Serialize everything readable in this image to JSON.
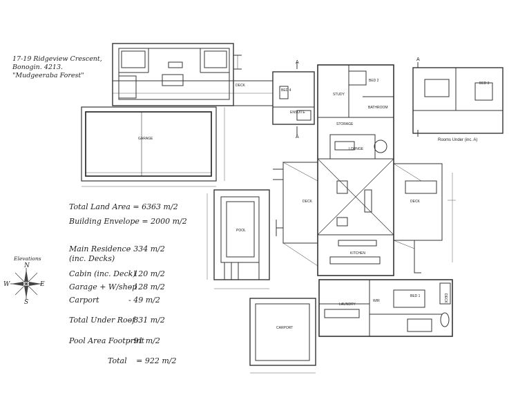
{
  "address": [
    "17-19 Ridgeview Crescent,",
    "Bonogin. 4213.",
    "\"Mudgeeraba Forest\""
  ],
  "site_stats": [
    {
      "label": "Total Land Area = 6363 m/2",
      "value": ""
    },
    {
      "label": "Building Envelope = 2000 m/2",
      "value": ""
    }
  ],
  "areas": [
    {
      "label": "Main Residence",
      "label2": "(inc. Decks)",
      "value": "- 334 m/2"
    },
    {
      "label": "Cabin (inc. Deck)",
      "value": "- 120 m/2"
    },
    {
      "label": "Garage + W/shop",
      "value": "- 128 m/2"
    },
    {
      "label": "Carport",
      "value": "- 49 m/2"
    },
    {
      "label": "Total Under Roof",
      "value": "- 831 m/2"
    },
    {
      "label": "Pool Area Footprint",
      "value": "- 91 m/2"
    },
    {
      "label": "Total",
      "value": "= 922 m/2"
    }
  ],
  "elevations": {
    "title": "Elevations",
    "n": "N",
    "s": "S",
    "e": "E",
    "w": "W"
  },
  "rooms": {
    "deck_cabin": "DECK",
    "bed4": "BED 4",
    "ensuite": "ENSUITE",
    "study": "STUDY",
    "bed2": "BED 2",
    "bathroom": "BATHROOM",
    "storage": "STORAGE",
    "lounge": "LOUNGE",
    "garage": "GARAGE",
    "deck_left": "DECK",
    "deck_right": "DECK",
    "pool": "POOL",
    "kitchen": "KITCHEN",
    "laundry": "LAUNDRY",
    "wir": "WIR",
    "bed1": "BED 1",
    "carport": "CARPORT",
    "deck_side": "DECK",
    "bed3": "BED 3",
    "rooms_under": "Rooms Under (inc. A)",
    "section_a": "A"
  }
}
